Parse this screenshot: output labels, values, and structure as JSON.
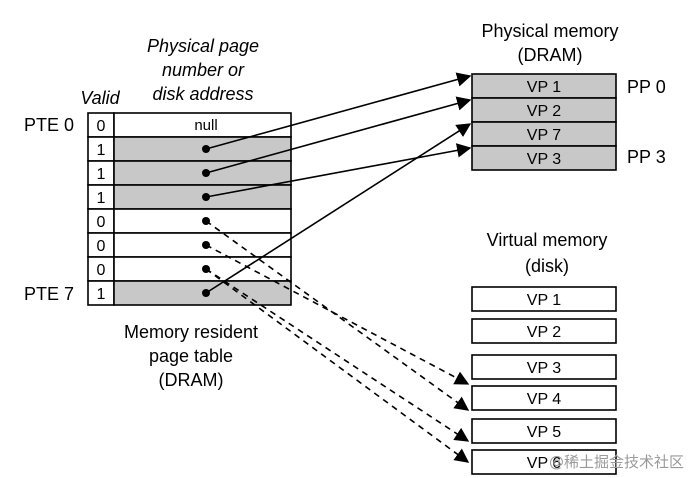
{
  "page_table": {
    "header_valid": "Valid",
    "header_ppn_line1": "Physical page",
    "header_ppn_line2": "number or",
    "header_ppn_line3": "disk address",
    "pte_first_label": "PTE 0",
    "pte_last_label": "PTE 7",
    "caption_line1": "Memory resident",
    "caption_line2": "page table",
    "caption_line3": "(DRAM)",
    "rows": [
      {
        "valid": "0",
        "addr": "null",
        "resident": false
      },
      {
        "valid": "1",
        "addr": "",
        "resident": true
      },
      {
        "valid": "1",
        "addr": "",
        "resident": true
      },
      {
        "valid": "1",
        "addr": "",
        "resident": true
      },
      {
        "valid": "0",
        "addr": "",
        "resident": false
      },
      {
        "valid": "0",
        "addr": "",
        "resident": false
      },
      {
        "valid": "0",
        "addr": "",
        "resident": false
      },
      {
        "valid": "1",
        "addr": "",
        "resident": true
      }
    ]
  },
  "physical_memory": {
    "title_line1": "Physical memory",
    "title_line2": "(DRAM)",
    "first_label": "PP 0",
    "last_label": "PP 3",
    "pages": [
      "VP 1",
      "VP 2",
      "VP 7",
      "VP 3"
    ]
  },
  "virtual_memory": {
    "title_line1": "Virtual memory",
    "title_line2": "(disk)",
    "pages": [
      "VP 1",
      "VP 2",
      "VP 3",
      "VP 4",
      "VP 6"
    ]
  },
  "extra_page": "VP 5",
  "mappings": [
    {
      "from_pte": 1,
      "to": "pp",
      "index": 0,
      "style": "solid"
    },
    {
      "from_pte": 2,
      "to": "pp",
      "index": 1,
      "style": "solid"
    },
    {
      "from_pte": 3,
      "to": "pp",
      "index": 3,
      "style": "solid"
    },
    {
      "from_pte": 7,
      "to": "pp",
      "index": 2,
      "style": "solid"
    },
    {
      "from_pte": 4,
      "to": "vm",
      "index": 4,
      "style": "dashed"
    },
    {
      "from_pte": 5,
      "to": "vm",
      "index": 3,
      "style": "dashed"
    },
    {
      "from_pte": 6,
      "to": "vm",
      "index": 5,
      "style": "dashed"
    },
    {
      "from_pte": 6,
      "to": "vm",
      "index": 6,
      "style": "dashed"
    }
  ],
  "watermark": "@稀土掘金技术社区",
  "colors": {
    "resident_fill": "#c8c8c8",
    "line": "#000000",
    "background": "#ffffff"
  }
}
